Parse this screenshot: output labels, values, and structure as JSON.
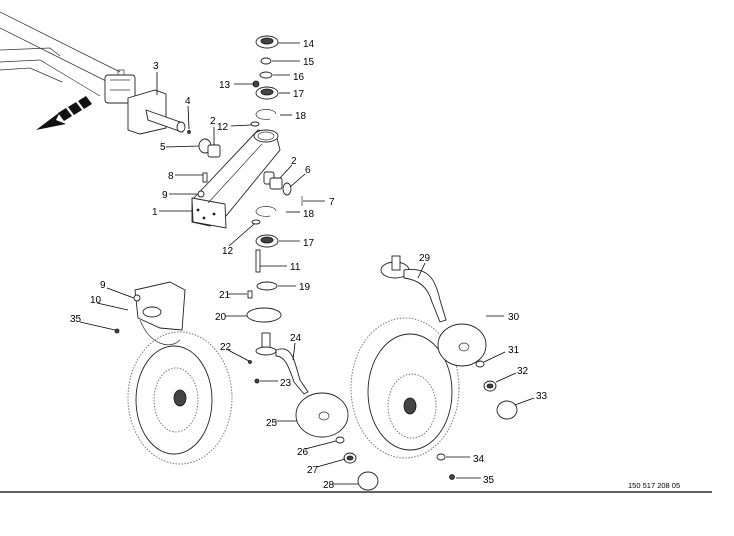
{
  "drawing_number": "150 517 208 05",
  "callouts": [
    "14",
    "15",
    "16",
    "13",
    "17",
    "18",
    "12",
    "3",
    "4",
    "2",
    "5",
    "8",
    "9",
    "1",
    "2",
    "6",
    "7",
    "18",
    "12",
    "17",
    "11",
    "19",
    "21",
    "20",
    "24",
    "22",
    "23",
    "25",
    "26",
    "27",
    "28",
    "29",
    "30",
    "31",
    "32",
    "33",
    "34",
    "35",
    "9",
    "10",
    "35"
  ],
  "direction_arrow": "arrow-left-down-icon"
}
